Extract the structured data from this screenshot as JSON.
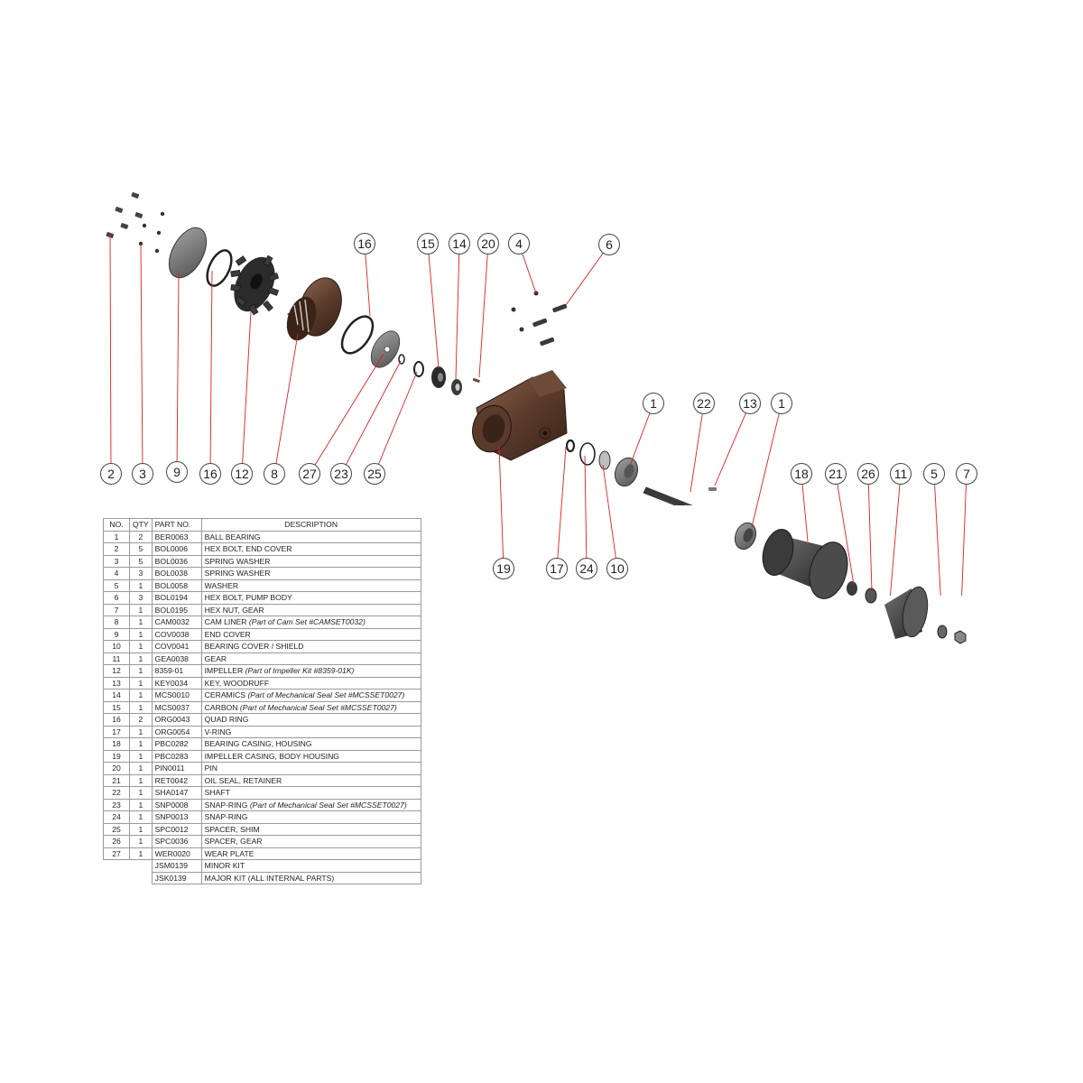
{
  "table": {
    "headers": [
      "NO.",
      "QTY",
      "PART NO.",
      "DESCRIPTION"
    ],
    "rows": [
      {
        "no": "1",
        "qty": "2",
        "part": "BER0063",
        "desc": "BALL BEARING",
        "note": ""
      },
      {
        "no": "2",
        "qty": "5",
        "part": "BOL0006",
        "desc": "HEX BOLT, END COVER",
        "note": ""
      },
      {
        "no": "3",
        "qty": "5",
        "part": "BOL0036",
        "desc": "SPRING WASHER",
        "note": ""
      },
      {
        "no": "4",
        "qty": "3",
        "part": "BOL0038",
        "desc": "SPRING WASHER",
        "note": ""
      },
      {
        "no": "5",
        "qty": "1",
        "part": "BOL0058",
        "desc": "WASHER",
        "note": ""
      },
      {
        "no": "6",
        "qty": "3",
        "part": "BOL0194",
        "desc": "HEX BOLT, PUMP BODY",
        "note": ""
      },
      {
        "no": "7",
        "qty": "1",
        "part": "BOL0195",
        "desc": "HEX NUT, GEAR",
        "note": ""
      },
      {
        "no": "8",
        "qty": "1",
        "part": "CAM0032",
        "desc": "CAM LINER",
        "note": "(Part of Cam Set #CAMSET0032)"
      },
      {
        "no": "9",
        "qty": "1",
        "part": "COV0038",
        "desc": "END COVER",
        "note": ""
      },
      {
        "no": "10",
        "qty": "1",
        "part": "COV0041",
        "desc": "BEARING COVER / SHIELD",
        "note": ""
      },
      {
        "no": "11",
        "qty": "1",
        "part": "GEA0038",
        "desc": "GEAR",
        "note": ""
      },
      {
        "no": "12",
        "qty": "1",
        "part": "8359-01",
        "desc": "IMPELLER",
        "note": "(Part of Impeller Kit #8359-01K)"
      },
      {
        "no": "13",
        "qty": "1",
        "part": "KEY0034",
        "desc": "KEY, WOODRUFF",
        "note": ""
      },
      {
        "no": "14",
        "qty": "1",
        "part": "MCS0010",
        "desc": "CERAMICS",
        "note": "(Part of Mechanical Seal Set #MCSSET0027)"
      },
      {
        "no": "15",
        "qty": "1",
        "part": "MCS0037",
        "desc": "CARBON",
        "note": "(Part of Mechanical Seal Set #MCSSET0027)"
      },
      {
        "no": "16",
        "qty": "2",
        "part": "ORG0043",
        "desc": "QUAD RING",
        "note": ""
      },
      {
        "no": "17",
        "qty": "1",
        "part": "ORG0054",
        "desc": "V-RING",
        "note": ""
      },
      {
        "no": "18",
        "qty": "1",
        "part": "PBC0282",
        "desc": "BEARING CASING, HOUSING",
        "note": ""
      },
      {
        "no": "19",
        "qty": "1",
        "part": "PBC0283",
        "desc": "IMPELLER CASING, BODY HOUSING",
        "note": ""
      },
      {
        "no": "20",
        "qty": "1",
        "part": "PIN0011",
        "desc": "PIN",
        "note": ""
      },
      {
        "no": "21",
        "qty": "1",
        "part": "RET0042",
        "desc": "OIL SEAL, RETAINER",
        "note": ""
      },
      {
        "no": "22",
        "qty": "1",
        "part": "SHA0147",
        "desc": "SHAFT",
        "note": ""
      },
      {
        "no": "23",
        "qty": "1",
        "part": "SNP0008",
        "desc": "SNAP-RING",
        "note": "(Part of Mechanical Seal Set #MCSSET0027)"
      },
      {
        "no": "24",
        "qty": "1",
        "part": "SNP0013",
        "desc": "SNAP-RING",
        "note": ""
      },
      {
        "no": "25",
        "qty": "1",
        "part": "SPC0012",
        "desc": "SPACER, SHIM",
        "note": ""
      },
      {
        "no": "26",
        "qty": "1",
        "part": "SPC0036",
        "desc": "SPACER, GEAR",
        "note": ""
      },
      {
        "no": "27",
        "qty": "1",
        "part": "WER0020",
        "desc": "WEAR PLATE",
        "note": ""
      },
      {
        "no": "",
        "qty": "",
        "part": "JSM0139",
        "desc": "MINOR KIT",
        "note": ""
      },
      {
        "no": "",
        "qty": "",
        "part": "JSK0139",
        "desc": "MAJOR KIT (ALL INTERNAL PARTS)",
        "note": ""
      }
    ]
  },
  "callouts": [
    "16",
    "15",
    "14",
    "20",
    "4",
    "6",
    "1",
    "22",
    "13",
    "1",
    "18",
    "21",
    "26",
    "11",
    "5",
    "7",
    "2",
    "3",
    "9",
    "16",
    "12",
    "8",
    "27",
    "23",
    "25",
    "19",
    "17",
    "24",
    "10"
  ],
  "colors": {
    "leader": "#e01f1f",
    "casting_brown": "#5a3a2a",
    "dark_metal": "#3b3b3b"
  }
}
